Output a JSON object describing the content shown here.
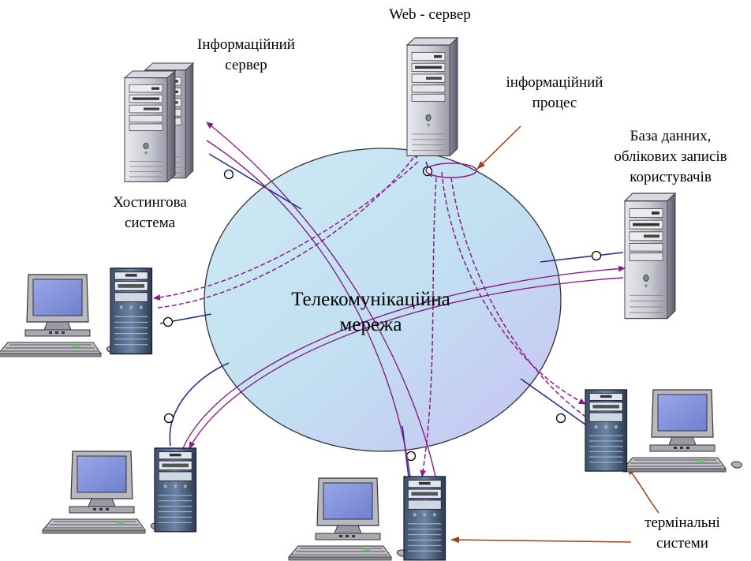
{
  "labels": {
    "web_server": "Web - сервер",
    "info_server": [
      "Інформаційний",
      "сервер"
    ],
    "info_process": [
      "інформаційний",
      "процес"
    ],
    "database": [
      "База данних,",
      "облікових записів",
      "користувачів"
    ],
    "hosting": [
      "Хостингова",
      "система"
    ],
    "network": [
      "Телекомунікаційна",
      "мережа"
    ],
    "terminals": [
      "термінальні",
      "системи"
    ]
  },
  "colors": {
    "network_fill_start": "#c8e8f2",
    "network_fill_end": "#c6c0f0",
    "link_line": "#2c2c8c",
    "process_line": "#8a1c8a",
    "annotation_arrow": "#a0401c"
  },
  "icons": {
    "server": "server-tower-icon",
    "workstation": "workstation-icon"
  }
}
